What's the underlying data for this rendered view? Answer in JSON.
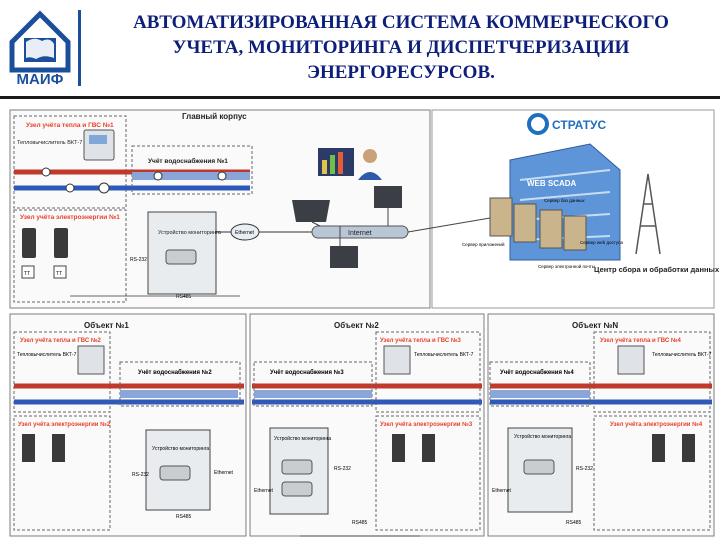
{
  "header": {
    "logo_text": "МАИФ",
    "title_lines": [
      "АВТОМАТИЗИРОВАННАЯ СИСТЕМА КОММЕРЧЕСКОГО",
      "УЧЕТА, МОНИТОРИНГА И ДИСПЕТЧЕРИЗАЦИИ",
      "ЭНЕРГОРЕСУРСОВ."
    ]
  },
  "main": {
    "building_title": "Главный корпус",
    "heat_node": "Узел учёта тепла и ГВС №1",
    "calc_label": "Тепловычислитель ВКТ-7",
    "water_node": "Учёт водоснабжения №1",
    "elec_node": "Узел учёта электроэнергии №1",
    "monitor_device": "Устройство мониторинга",
    "ethernet": "Ethernet",
    "internet": "Internet",
    "rs232": "RS-232",
    "rs485": "RS485",
    "tt": "ТТ"
  },
  "center": {
    "brand": "СТРАТУС",
    "web_scada": "WEB SCADA",
    "server_db": "Сервер баз данных",
    "server_app": "Сервер приложений",
    "server_web": "Сервер web доступа",
    "server_mail": "Сервер электронной почты",
    "caption": "Центр сбора и обработки данных"
  },
  "objects": [
    {
      "title": "Объект №1",
      "heat": "Узел учёта тепла и ГВС №2",
      "calc": "Тепловычислитель ВКТ-7",
      "water": "Учёт водоснабжения №2",
      "elec": "Узел учёта электроэнергии №2",
      "device": "Устройство мониторинга",
      "ethernet": "Ethernet",
      "rs232": "RS-232",
      "rs485": "RS485"
    },
    {
      "title": "Объект №2",
      "heat": "Узел учёта тепла и ГВС №3",
      "calc": "Тепловычислитель ВКТ-7",
      "water": "Учёт водоснабжения №3",
      "elec": "Узел учёта электроэнергии №3",
      "device": "Устройство мониторинга",
      "ethernet": "Ethernet",
      "rs232": "RS-232",
      "rs485": "RS485"
    },
    {
      "title": "Объект №N",
      "heat": "Узел учёта тепла и ГВС №4",
      "calc": "Тепловычислитель ВКТ-7",
      "water": "Учёт водоснабжения №4",
      "elec": "Узел учёта электроэнергии №4",
      "device": "Устройство мониторинга",
      "ethernet": "Ethernet",
      "rs232": "RS-232",
      "rs485": "RS485"
    }
  ],
  "colors": {
    "title": "#0e1f7a",
    "hot_pipe": "#c0392b",
    "cold_pipe": "#2e59b8",
    "water_pipe": "#8aa6d8",
    "node_label": "#e8412c",
    "brand": "#1f6fc0",
    "frame": "#7d7d7d"
  }
}
